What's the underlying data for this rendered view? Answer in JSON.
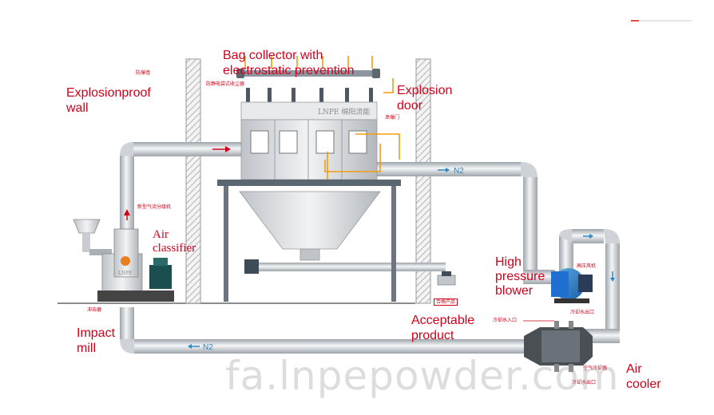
{
  "labels": {
    "bag_collector": "Bag collector with\nelectrostatic prevention",
    "explosionproof_wall": "Explosionproof\nwall",
    "explosion_door": "Explosion\ndoor",
    "air_classifier": "Air\nclassifier",
    "high_pressure_blower": "High\npressure\nblower",
    "acceptable_product": "Acceptable\nproduct",
    "impact_mill": "Impact\nmill",
    "air_cooler": "Air\ncooler"
  },
  "chinese_labels": {
    "wall": "防爆墙",
    "electrostatic": "防静电袋式收尘器",
    "explosion_door": "泄爆门",
    "classifier": "新型气流分级机",
    "mill": "冲击磨",
    "blower": "高压风机",
    "product": "合格产品",
    "cool_water_in": "冷却水入口",
    "cool_water_out": "冷却水出口",
    "air_cooler": "空气冷却器",
    "water_out": "冷却水出口"
  },
  "flow_labels": {
    "n2_top": "N2",
    "n2_bottom": "N2"
  },
  "brand": {
    "collector": "LNPE 绵阳流能",
    "classifier": "LNPE"
  },
  "watermark": "fa.lnpepowder.com",
  "colors": {
    "label": "#d0021b",
    "callout": "#f39c12",
    "pipe": "#d5d8dc",
    "flow_arrow": "#2e86c1",
    "blower": "#1f6fd1"
  }
}
